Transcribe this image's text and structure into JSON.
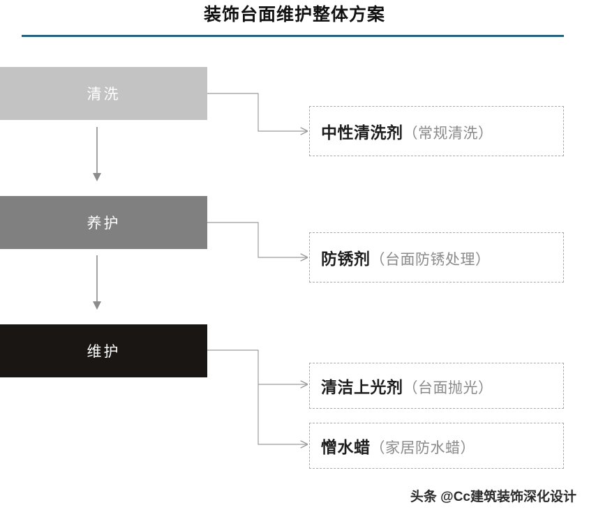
{
  "header": {
    "title": "装饰台面维护整体方案",
    "rule_color": "#25607a"
  },
  "diagram": {
    "stages": [
      {
        "label": "清洗",
        "color": "#c3c3c3",
        "text_color": "#ffffff"
      },
      {
        "label": "养护",
        "color": "#808080",
        "text_color": "#ffffff"
      },
      {
        "label": "维护",
        "color": "#1a1614",
        "text_color": "#ffffff"
      }
    ],
    "details": [
      {
        "main": "中性清洗剂",
        "note": "（常规清洗）",
        "from_stage": "清洗"
      },
      {
        "main": "防锈剂",
        "note": "（台面防锈处理）",
        "from_stage": "养护"
      },
      {
        "main": "清洁上光剂",
        "note": "（台面抛光）",
        "from_stage": "维护"
      },
      {
        "main": "憎水蜡",
        "note": "（家居防水蜡）",
        "from_stage": "维护"
      }
    ],
    "connector_color": "#9b9b9b",
    "detail_border_color": "#a8a8a8"
  },
  "watermark": {
    "text": "头条 @Cc建筑装饰深化设计"
  }
}
